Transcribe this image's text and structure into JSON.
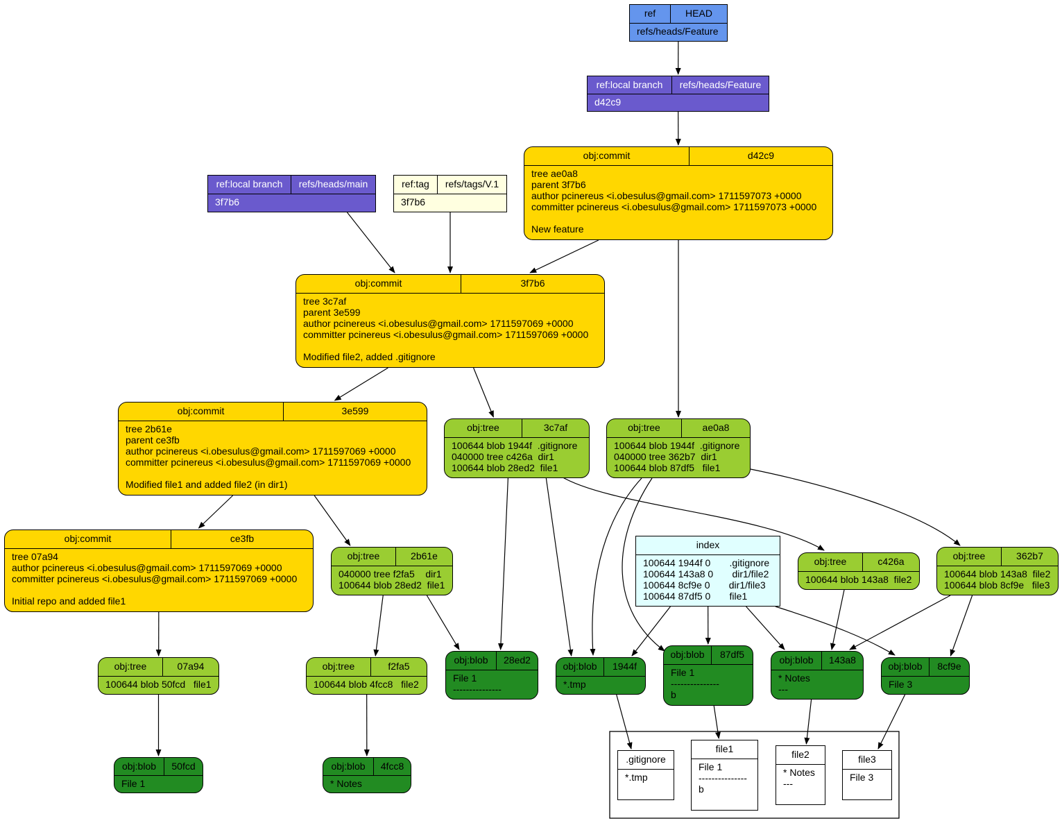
{
  "colors": {
    "commit": "#FFD700",
    "tree": "#9ACD32",
    "blob": "#228B22",
    "local_branch": "#6A5ACD",
    "head": "#6495ED",
    "tag": "#FFFFE0",
    "index": "#E0FFFF",
    "file": "#FFFFFF"
  },
  "nodes": [
    {
      "id": "head",
      "kind": "head",
      "rounded": false,
      "cells": [
        "ref",
        "HEAD"
      ],
      "body": "refs/heads/Feature"
    },
    {
      "id": "feature",
      "kind": "local_branch",
      "rounded": false,
      "cells": [
        "ref:local branch",
        "refs/heads/Feature"
      ],
      "body": "d42c9"
    },
    {
      "id": "c_d42c9",
      "kind": "commit",
      "rounded": true,
      "cells": [
        "obj:commit",
        "d42c9"
      ],
      "body": "tree ae0a8\nparent 3f7b6\nauthor pcinereus <i.obesulus@gmail.com> 1711597073 +0000\ncommitter pcinereus <i.obesulus@gmail.com> 1711597073 +0000\n\nNew feature"
    },
    {
      "id": "main",
      "kind": "local_branch",
      "rounded": false,
      "cells": [
        "ref:local branch",
        "refs/heads/main"
      ],
      "body": "3f7b6"
    },
    {
      "id": "tag",
      "kind": "tag",
      "rounded": false,
      "cells": [
        "ref:tag",
        "refs/tags/V.1"
      ],
      "body": "3f7b6"
    },
    {
      "id": "c_3f7b6",
      "kind": "commit",
      "rounded": true,
      "cells": [
        "obj:commit",
        "3f7b6"
      ],
      "body": "tree 3c7af\nparent 3e599\nauthor pcinereus <i.obesulus@gmail.com> 1711597069 +0000\ncommitter pcinereus <i.obesulus@gmail.com> 1711597069 +0000\n\nModified file2, added .gitignore"
    },
    {
      "id": "c_3e599",
      "kind": "commit",
      "rounded": true,
      "cells": [
        "obj:commit",
        "3e599"
      ],
      "body": "tree 2b61e\nparent ce3fb\nauthor pcinereus <i.obesulus@gmail.com> 1711597069 +0000\ncommitter pcinereus <i.obesulus@gmail.com> 1711597069 +0000\n\nModified file1 and added file2 (in dir1)"
    },
    {
      "id": "t_3c7af",
      "kind": "tree",
      "rounded": true,
      "cells": [
        "obj:tree",
        "3c7af"
      ],
      "body": "100644 blob 1944f  .gitignore\n040000 tree c426a  dir1\n100644 blob 28ed2  file1"
    },
    {
      "id": "t_ae0a8",
      "kind": "tree",
      "rounded": true,
      "cells": [
        "obj:tree",
        "ae0a8"
      ],
      "body": "100644 blob 1944f  .gitignore\n040000 tree 362b7  dir1\n100644 blob 87df5   file1"
    },
    {
      "id": "c_ce3fb",
      "kind": "commit",
      "rounded": true,
      "cells": [
        "obj:commit",
        "ce3fb"
      ],
      "body": "tree 07a94\nauthor pcinereus <i.obesulus@gmail.com> 1711597069 +0000\ncommitter pcinereus <i.obesulus@gmail.com> 1711597069 +0000\n\nInitial repo and added file1"
    },
    {
      "id": "t_2b61e",
      "kind": "tree",
      "rounded": true,
      "cells": [
        "obj:tree",
        "2b61e"
      ],
      "body": "040000 tree f2fa5    dir1\n100644 blob 28ed2  file1"
    },
    {
      "id": "index",
      "kind": "index",
      "rounded": false,
      "cells": [
        "index"
      ],
      "body": "100644 1944f 0       .gitignore\n100644 143a8 0       dir1/file2\n100644 8cf9e 0       dir1/file3\n100644 87df5 0       file1"
    },
    {
      "id": "t_c426a",
      "kind": "tree",
      "rounded": true,
      "cells": [
        "obj:tree",
        "c426a"
      ],
      "body": "100644 blob 143a8  file2"
    },
    {
      "id": "t_362b7",
      "kind": "tree",
      "rounded": true,
      "cells": [
        "obj:tree",
        "362b7"
      ],
      "body": "100644 blob 143a8  file2\n100644 blob 8cf9e   file3"
    },
    {
      "id": "t_07a94",
      "kind": "tree",
      "rounded": true,
      "cells": [
        "obj:tree",
        "07a94"
      ],
      "body": "100644 blob 50fcd   file1"
    },
    {
      "id": "t_f2fa5",
      "kind": "tree",
      "rounded": true,
      "cells": [
        "obj:tree",
        "f2fa5"
      ],
      "body": "100644 blob 4fcc8   file2"
    },
    {
      "id": "b_28ed2",
      "kind": "blob",
      "rounded": true,
      "cells": [
        "obj:blob",
        "28ed2"
      ],
      "body": "File 1\n---------------"
    },
    {
      "id": "b_1944f",
      "kind": "blob",
      "rounded": true,
      "cells": [
        "obj:blob",
        "1944f"
      ],
      "body": "*.tmp"
    },
    {
      "id": "b_87df5",
      "kind": "blob",
      "rounded": true,
      "cells": [
        "obj:blob",
        "87df5"
      ],
      "body": "File 1\n---------------\nb"
    },
    {
      "id": "b_143a8",
      "kind": "blob",
      "rounded": true,
      "cells": [
        "obj:blob",
        "143a8"
      ],
      "body": "* Notes\n---"
    },
    {
      "id": "b_8cf9e",
      "kind": "blob",
      "rounded": true,
      "cells": [
        "obj:blob",
        "8cf9e"
      ],
      "body": "File 3"
    },
    {
      "id": "b_50fcd",
      "kind": "blob",
      "rounded": true,
      "cells": [
        "obj:blob",
        "50fcd"
      ],
      "body": "File 1"
    },
    {
      "id": "b_4fcc8",
      "kind": "blob",
      "rounded": true,
      "cells": [
        "obj:blob",
        "4fcc8"
      ],
      "body": "* Notes"
    },
    {
      "id": "f_gitignore",
      "kind": "file",
      "rounded": false,
      "cells": [
        ".gitignore"
      ],
      "body": "*.tmp"
    },
    {
      "id": "f_file1",
      "kind": "file",
      "rounded": false,
      "cells": [
        "file1"
      ],
      "body": "File 1\n---------------\nb"
    },
    {
      "id": "f_file2",
      "kind": "file",
      "rounded": false,
      "cells": [
        "file2"
      ],
      "body": "* Notes\n---"
    },
    {
      "id": "f_file3",
      "kind": "file",
      "rounded": false,
      "cells": [
        "file3"
      ],
      "body": "File 3"
    }
  ],
  "edges": [
    [
      "head",
      "feature"
    ],
    [
      "feature",
      "c_d42c9"
    ],
    [
      "c_d42c9",
      "c_3f7b6"
    ],
    [
      "c_d42c9",
      "t_ae0a8"
    ],
    [
      "main",
      "c_3f7b6"
    ],
    [
      "tag",
      "c_3f7b6"
    ],
    [
      "c_3f7b6",
      "c_3e599"
    ],
    [
      "c_3f7b6",
      "t_3c7af"
    ],
    [
      "c_3e599",
      "c_ce3fb"
    ],
    [
      "c_3e599",
      "t_2b61e"
    ],
    [
      "c_ce3fb",
      "t_07a94"
    ],
    [
      "t_07a94",
      "b_50fcd"
    ],
    [
      "t_2b61e",
      "t_f2fa5"
    ],
    [
      "t_2b61e",
      "b_28ed2"
    ],
    [
      "t_f2fa5",
      "b_4fcc8"
    ],
    [
      "t_3c7af",
      "b_28ed2"
    ],
    [
      "t_3c7af",
      "b_1944f"
    ],
    [
      "t_3c7af",
      "t_c426a"
    ],
    [
      "t_ae0a8",
      "b_1944f"
    ],
    [
      "t_ae0a8",
      "b_87df5"
    ],
    [
      "t_ae0a8",
      "t_362b7"
    ],
    [
      "index",
      "b_1944f"
    ],
    [
      "index",
      "b_87df5"
    ],
    [
      "index",
      "b_143a8"
    ],
    [
      "index",
      "b_8cf9e"
    ],
    [
      "t_c426a",
      "b_143a8"
    ],
    [
      "t_362b7",
      "b_143a8"
    ],
    [
      "t_362b7",
      "b_8cf9e"
    ],
    [
      "b_1944f",
      "f_gitignore"
    ],
    [
      "b_87df5",
      "f_file1"
    ],
    [
      "b_143a8",
      "f_file2"
    ],
    [
      "b_8cf9e",
      "f_file3"
    ]
  ]
}
